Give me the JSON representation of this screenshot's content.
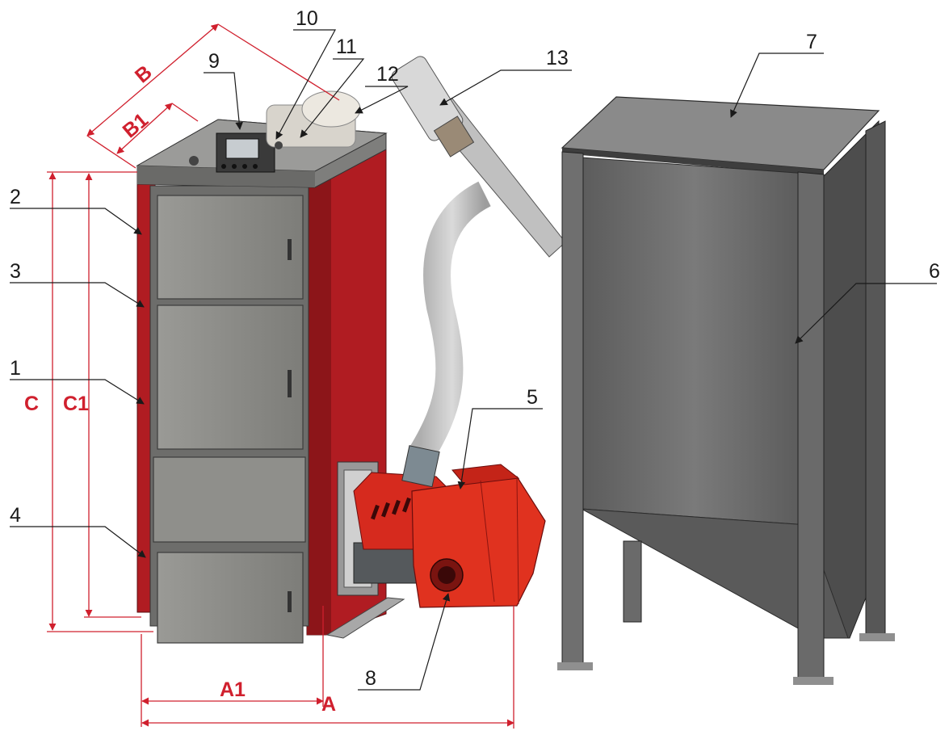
{
  "callouts": {
    "c1": "1",
    "c2": "2",
    "c3": "3",
    "c4": "4",
    "c5": "5",
    "c6": "6",
    "c7": "7",
    "c8": "8",
    "c9": "9",
    "c10": "10",
    "c11": "11",
    "c12": "12",
    "c13": "13"
  },
  "dimensions": {
    "A": "A",
    "A1": "A1",
    "B": "B",
    "B1": "B1",
    "C": "C",
    "C1": "C1"
  },
  "colors": {
    "dimension": "#d0202e",
    "boiler_red": "#b01c22",
    "steel": "#8a8a8a",
    "hopper": "#6f6f6f"
  }
}
